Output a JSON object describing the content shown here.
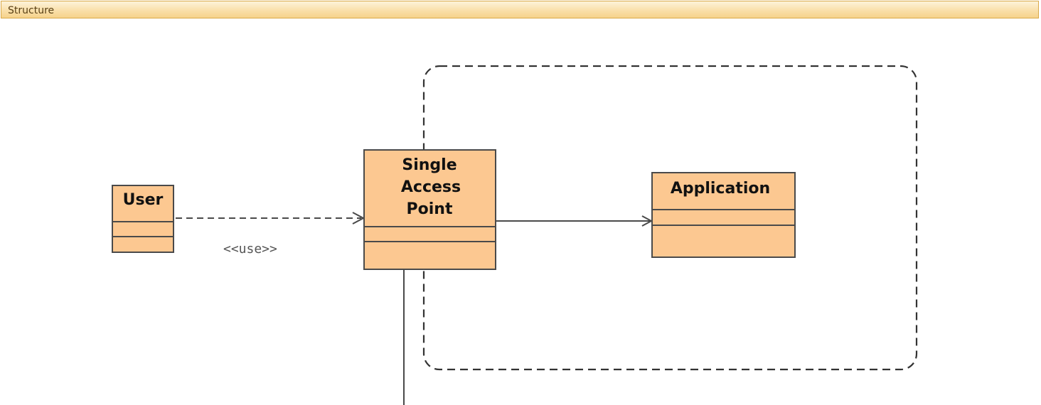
{
  "header": {
    "title": "Structure"
  },
  "diagram": {
    "colors": {
      "class_fill": "#fcc891",
      "class_stroke": "#4a4a4a",
      "line": "#4a4a4a",
      "boundary": "#333333"
    },
    "classes": {
      "user": {
        "name": "User"
      },
      "single_access_point": {
        "name_lines": [
          "Single",
          "Access",
          "Point"
        ]
      },
      "application": {
        "name": "Application"
      }
    },
    "relations": {
      "user_to_sap": {
        "stereotype": "<<use>>"
      }
    }
  }
}
